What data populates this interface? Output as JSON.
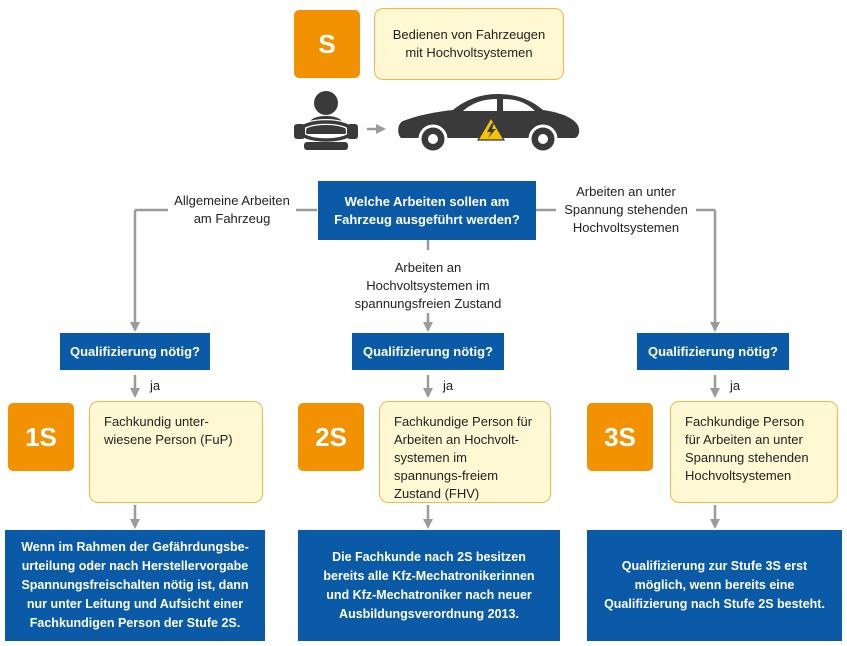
{
  "top": {
    "level_badge": "S",
    "description": "Bedienen von Fahrzeugen mit Hochvoltsystemen",
    "driver_icon": "driver-steering-wheel-icon",
    "car_icon": "electric-car-high-voltage-icon"
  },
  "question": "Welche Arbeiten sollen am Fahrzeug ausgeführt werden?",
  "branches": [
    {
      "condition": "Allgemeine Arbeiten am Fahrzeug",
      "qualification_question": "Qualifizierung nötig?",
      "answer": "ja",
      "level": "1S",
      "person": "Fachkundig unter-wiesene Person (FuP)",
      "note": "Wenn im Rahmen der Gefährdungsbe-urteilung oder nach Herstellervorgabe Spannungsfreischalten nötig ist, dann nur unter Leitung und Aufsicht einer Fachkundigen Person der Stufe 2S."
    },
    {
      "condition": "Arbeiten an Hochvoltsystemen im spannungsfreien Zustand",
      "qualification_question": "Qualifizierung nötig?",
      "answer": "ja",
      "level": "2S",
      "person": "Fachkundige Person für Arbeiten an Hochvolt-systemen im spannungs-freiem Zustand (FHV)",
      "note": "Die Fachkunde nach 2S besitzen bereits alle Kfz-Mechatronikerinnen und Kfz-Mechatroniker nach neuer Ausbildungsverordnung 2013."
    },
    {
      "condition": "Arbeiten an unter Spannung stehenden Hochvoltsystemen",
      "qualification_question": "Qualifizierung nötig?",
      "answer": "ja",
      "level": "3S",
      "person": "Fachkundige Person für Arbeiten an unter Spannung stehenden Hochvoltsystemen",
      "note": "Qualifizierung zur Stufe 3S erst möglich, wenn bereits eine Qualifizierung nach Stufe 2S besteht."
    }
  ],
  "colors": {
    "orange": "#f39200",
    "yellow_fill": "#fff8d2",
    "yellow_border": "#f7b64a",
    "blue": "#0a5aa8",
    "connector_gray": "#9b9b9b",
    "icon_dark": "#3a3a3a"
  }
}
